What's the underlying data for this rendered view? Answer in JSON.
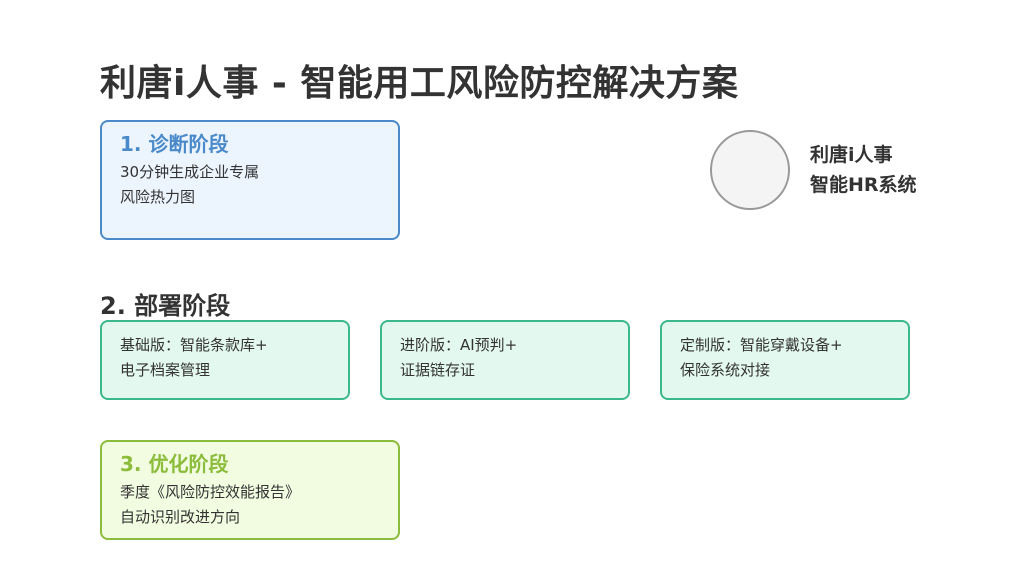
{
  "title": "利唐i人事 - 智能用工风险防控解决方案",
  "diagnosis": {
    "title": "1. 诊断阶段",
    "lines": [
      "30分钟生成企业专属",
      "风险热力图"
    ]
  },
  "brand": {
    "lines": [
      "利唐i人事",
      "智能HR系统"
    ]
  },
  "deployment": {
    "title": "2. 部署阶段",
    "cards": [
      {
        "lines": [
          "基础版：智能条款库+",
          "电子档案管理"
        ]
      },
      {
        "lines": [
          "进阶版：AI预判+",
          "证据链存证"
        ]
      },
      {
        "lines": [
          "定制版：智能穿戴设备+",
          "保险系统对接"
        ]
      }
    ]
  },
  "optimization": {
    "title": "3. 优化阶段",
    "lines": [
      "季度《风险防控效能报告》",
      "自动识别改进方向"
    ]
  }
}
